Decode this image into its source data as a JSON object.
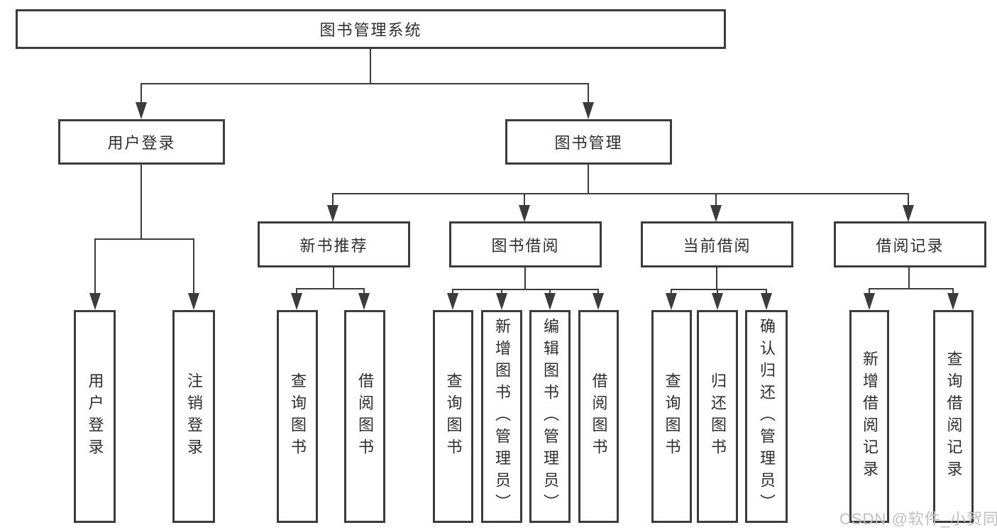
{
  "diagram": {
    "root": {
      "label": "图书管理系统"
    },
    "branches": [
      {
        "label": "用户登录",
        "children": [
          {
            "label": "用户登录"
          },
          {
            "label": "注销登录"
          }
        ]
      },
      {
        "label": "图书管理",
        "children": [
          {
            "label": "新书推荐",
            "children": [
              {
                "label": "查询图书"
              },
              {
                "label": "借阅图书"
              }
            ]
          },
          {
            "label": "图书借阅",
            "children": [
              {
                "label": "查询图书"
              },
              {
                "label": "新增图书（管理员）"
              },
              {
                "label": "编辑图书（管理员）"
              },
              {
                "label": "借阅图书"
              }
            ]
          },
          {
            "label": "当前借阅",
            "children": [
              {
                "label": "查询图书"
              },
              {
                "label": "归还图书"
              },
              {
                "label": "确认归还（管理员）"
              }
            ]
          },
          {
            "label": "借阅记录",
            "children": [
              {
                "label": "新增借阅记录"
              },
              {
                "label": "查询借阅记录"
              }
            ]
          }
        ]
      }
    ]
  },
  "watermark": {
    "text": "CSDN @软件_小贺同学"
  },
  "colors": {
    "line": "#3c3c3c",
    "text": "#2e2e2e",
    "background": "#ffffff",
    "watermark": "#bfbfbf"
  }
}
